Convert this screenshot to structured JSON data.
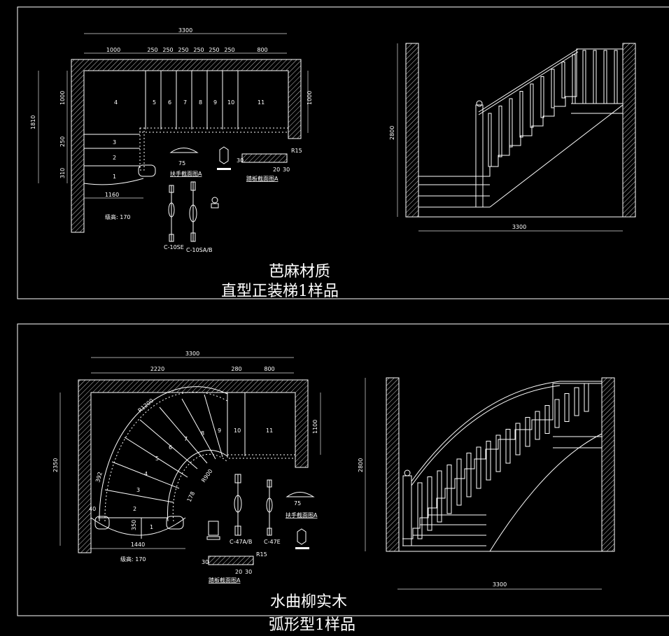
{
  "top": {
    "plan": {
      "dim_total": "3300",
      "dim_segments": [
        "1000",
        "250",
        "250",
        "250",
        "250",
        "250",
        "250",
        "800"
      ],
      "dim_left_total": "1810",
      "dim_left_segments": [
        "1000",
        "250",
        "310"
      ],
      "dim_right": "1000",
      "dim_bottom": "1160",
      "step_numbers": [
        "1",
        "2",
        "3",
        "4",
        "5",
        "6",
        "7",
        "8",
        "9",
        "10",
        "11"
      ],
      "step_height_note": "级高: 170",
      "handrail_label": "扶手截面图A",
      "tread_label": "踏板截面图A",
      "tread_dims": [
        "30",
        "20",
        "30",
        "R15"
      ],
      "handrail_dim": "75",
      "baluster_labels": [
        "C-10SE",
        "C-10SA/B"
      ]
    },
    "elevation": {
      "height": "2800",
      "width": "3300"
    },
    "title_line1": "芭麻材质",
    "title_line2": "直型正装梯1样品"
  },
  "bottom": {
    "plan": {
      "dim_total": "3300",
      "dim_segments": [
        "2220",
        "280",
        "800"
      ],
      "dim_left": "2350",
      "dim_right": "1100",
      "dim_bottom": "1440",
      "dim_inner": [
        "350",
        "40",
        "R1200",
        "R900",
        "392",
        "178"
      ],
      "step_numbers": [
        "1",
        "2",
        "3",
        "4",
        "5",
        "6",
        "7",
        "8",
        "9",
        "10",
        "11"
      ],
      "step_height_note": "级高: 170",
      "handrail_label": "扶手截面图A",
      "tread_label": "踏板截面图A",
      "tread_dims": [
        "30",
        "20",
        "30",
        "R15"
      ],
      "handrail_dim": "75",
      "baluster_labels": [
        "C-47A/B",
        "C-47E"
      ]
    },
    "elevation": {
      "height": "2800",
      "width": "3300"
    },
    "title_line1": "水曲柳实木",
    "title_line2": "弧形型1样品"
  }
}
